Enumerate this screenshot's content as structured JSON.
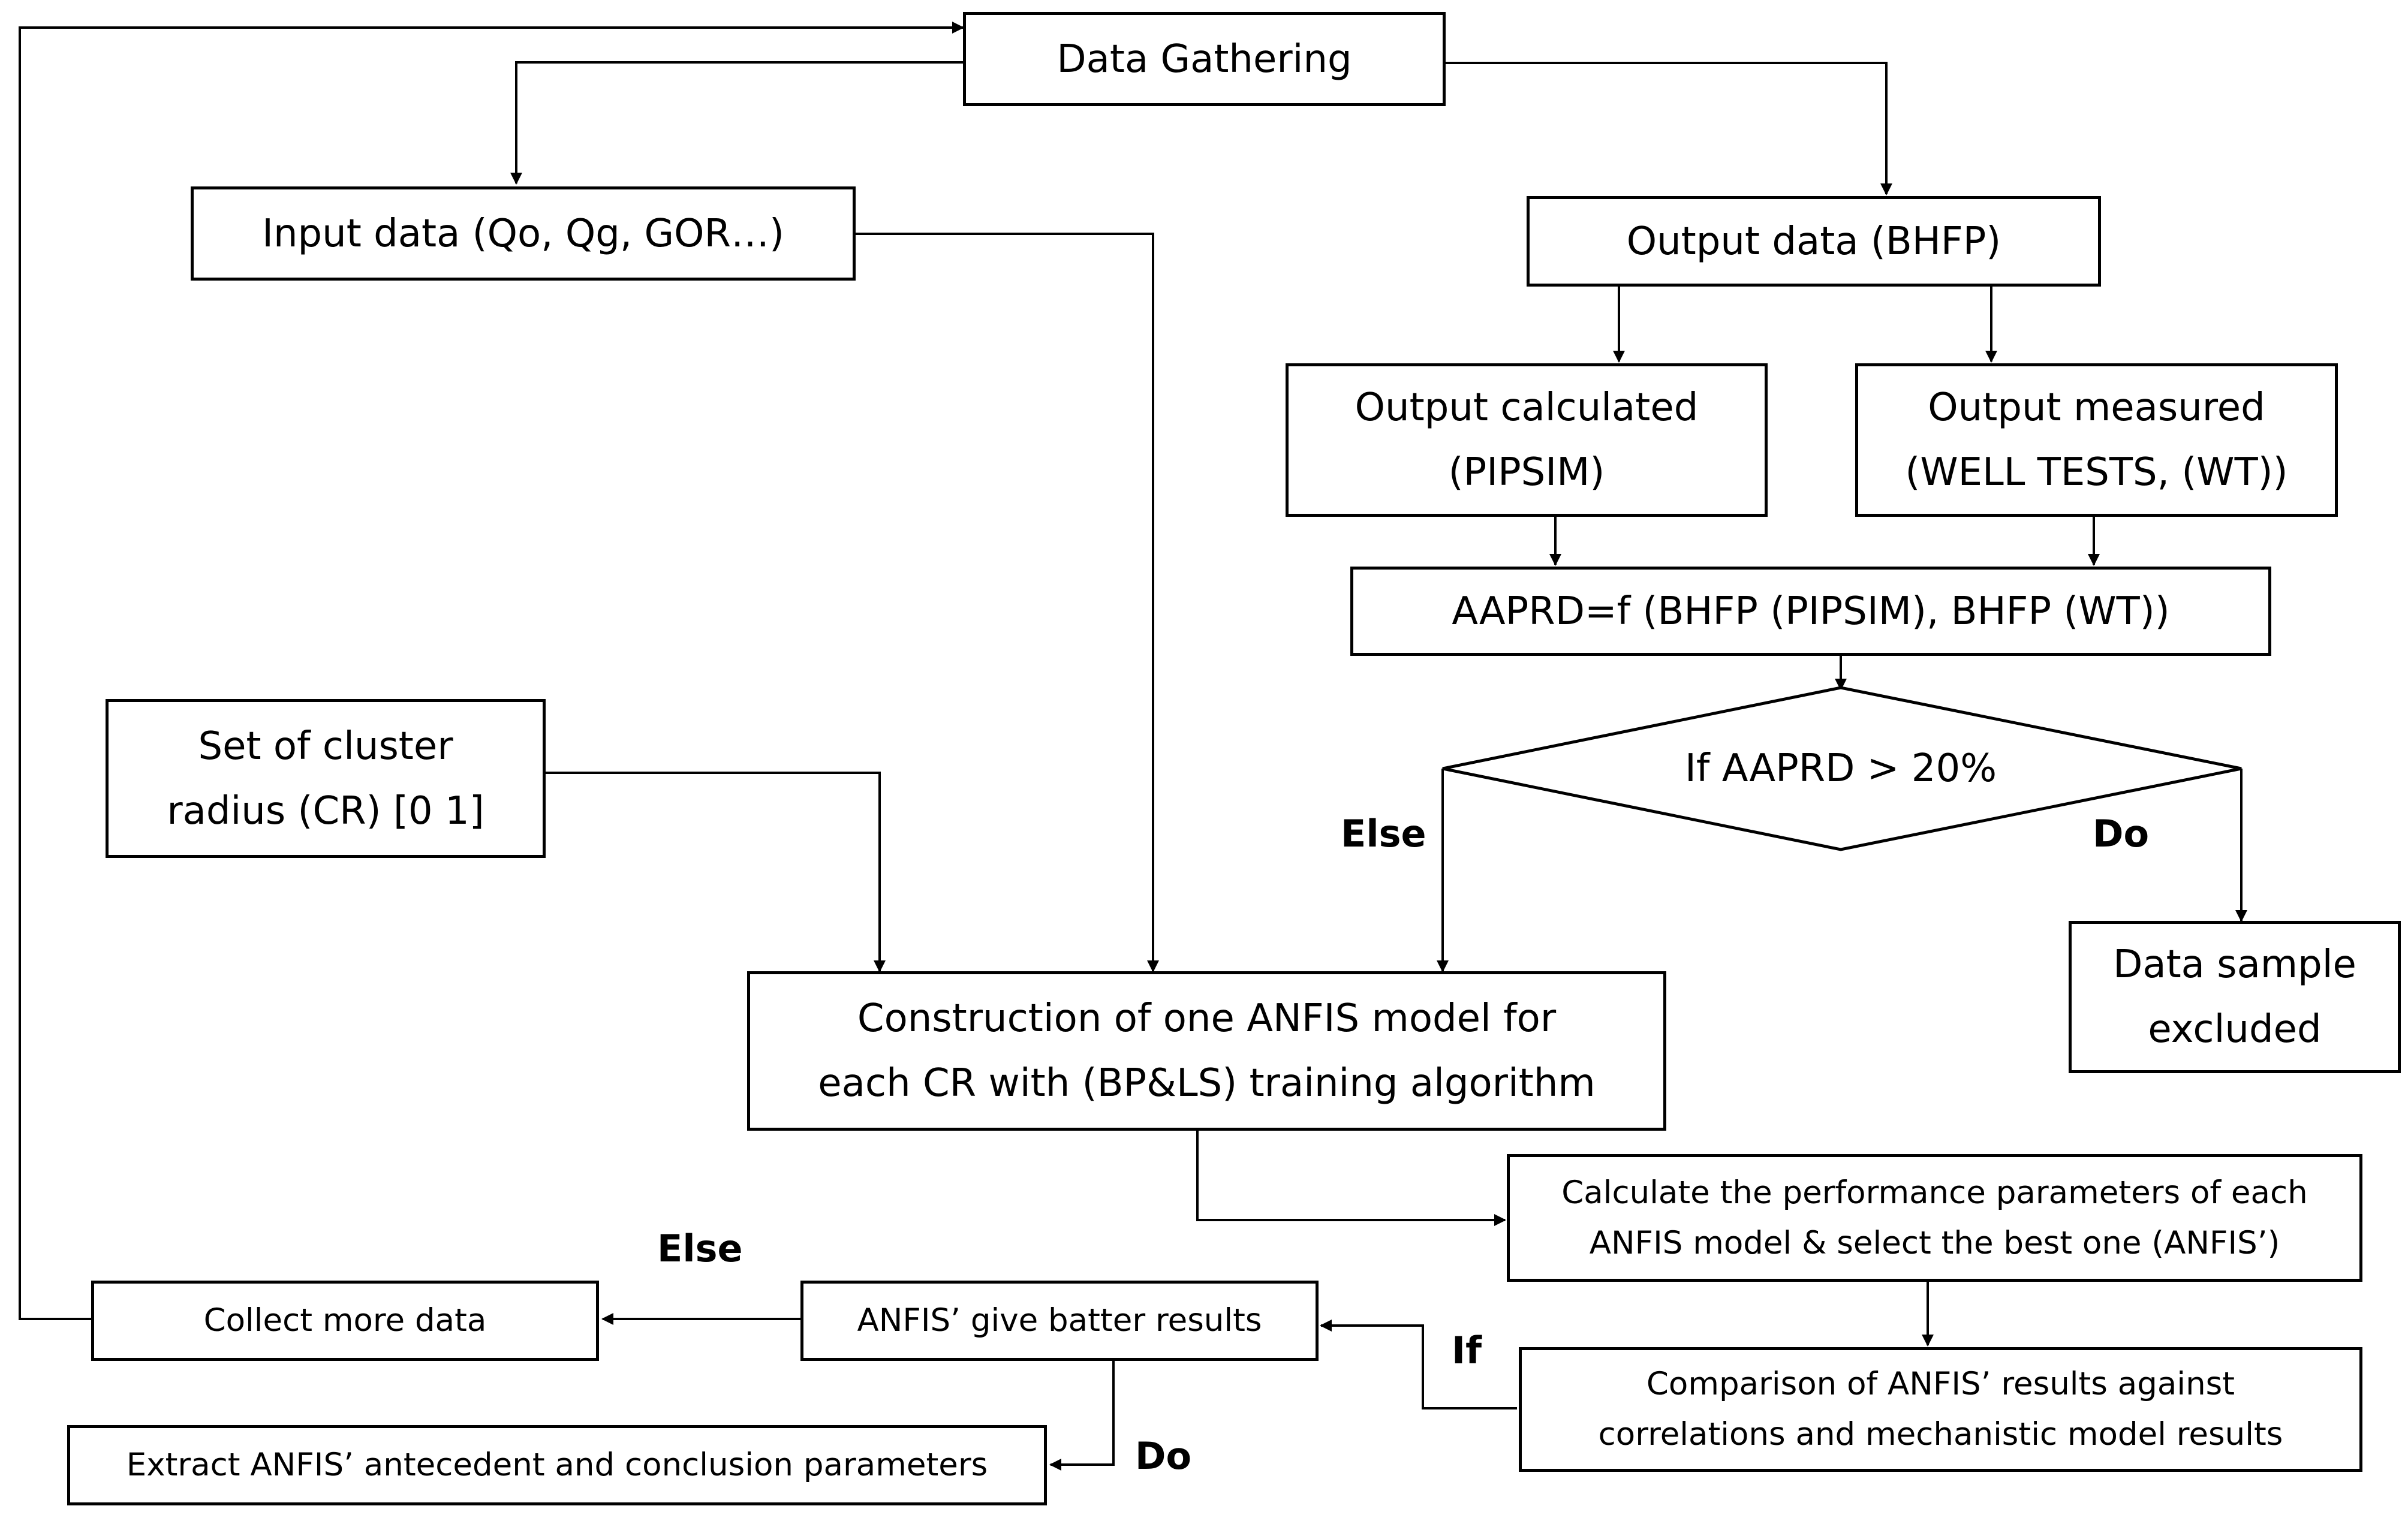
{
  "colors": {
    "stroke": "#000000",
    "background": "#ffffff"
  },
  "nodes": {
    "data_gathering": "Data Gathering",
    "input_data": "Input data (Qo, Qg, GOR…)",
    "output_data": "Output data (BHFP)",
    "output_calculated": "Output calculated\n(PIPSIM)",
    "output_measured": "Output measured\n(WELL TESTS, (WT))",
    "aaprd": "AAPRD=f (BHFP (PIPSIM), BHFP (WT))",
    "decision": "If AAPRD > 20%",
    "cluster_radius": "Set of cluster\nradius (CR) [0 1]",
    "data_excluded": "Data sample\nexcluded",
    "construction": "Construction of one ANFIS model for\neach CR with (BP&LS) training algorithm",
    "calculate_performance": "Calculate the performance parameters of each\nANFIS model & select the best one (ANFIS’)",
    "collect_more": "Collect more data",
    "anfis_better": "ANFIS’ give batter results",
    "comparison": "Comparison of ANFIS’ results against\ncorrelations and mechanistic model results",
    "extract": "Extract ANFIS’ antecedent and conclusion parameters"
  },
  "branch_labels": {
    "decision_else": "Else",
    "decision_do": "Do",
    "anfis_else": "Else",
    "comparison_if": "If",
    "anfis_do": "Do"
  }
}
